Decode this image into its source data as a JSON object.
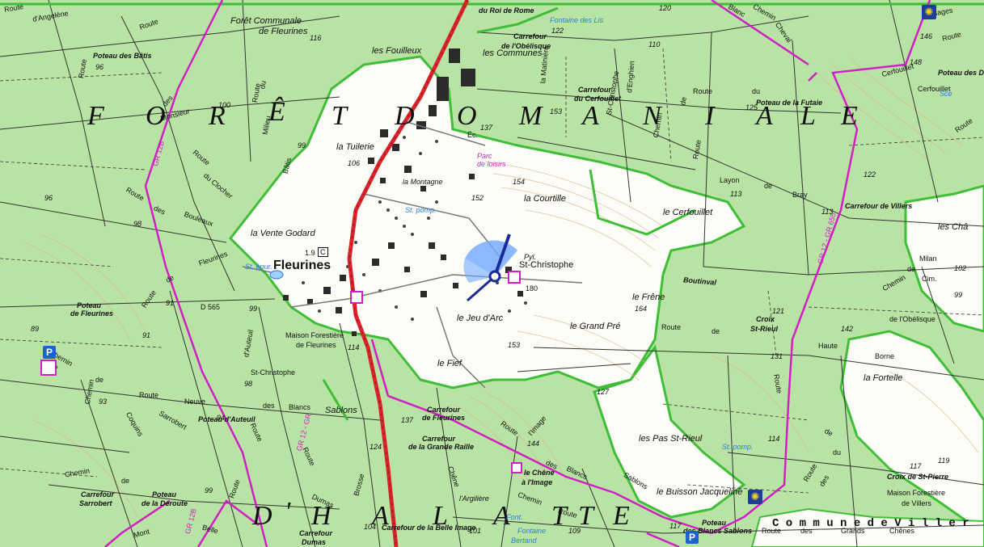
{
  "forest_name": {
    "top": [
      "F",
      "O",
      "R",
      "Ê",
      "T",
      "D",
      "O",
      "M",
      "A",
      "N",
      "I",
      "A",
      "L",
      "E"
    ],
    "bottom": [
      "D",
      "'",
      "H",
      "A",
      "L",
      "A",
      "T",
      "T",
      "E"
    ]
  },
  "commune_label": "C o m m u n e   d e   V i l l e r",
  "colors": {
    "forest": "#b9e3a4",
    "clearing": "#ffffff",
    "main_road": "#d8232a",
    "trail": "#d01fc5",
    "forest_edge": "#3fbe38",
    "contour": "#d9b58a",
    "blue": "#2a7fe0"
  },
  "places": [
    {
      "id": "fleurines",
      "text": "Fleurines"
    },
    {
      "id": "st-christophe",
      "text": "St-Christophe"
    },
    {
      "id": "le-cerfouillet",
      "text": "le Cerfouillet"
    },
    {
      "id": "la-courtille",
      "text": "la Courtille"
    },
    {
      "id": "le-grand-pre",
      "text": "le Grand Pré"
    },
    {
      "id": "le-jeu-darc",
      "text": "le Jeu d'Arc"
    },
    {
      "id": "le-fief",
      "text": "le Fief"
    },
    {
      "id": "le-frene",
      "text": "le Frêne"
    },
    {
      "id": "la-fortelle",
      "text": "la Fortelle"
    },
    {
      "id": "les-pas-st-rieul",
      "text": "les Pas St-Rieul"
    },
    {
      "id": "le-buisson-jacqueline",
      "text": "le Buisson Jacqueline"
    },
    {
      "id": "la-tuilerie",
      "text": "la Tuilerie"
    },
    {
      "id": "la-montagne",
      "text": "la Montagne"
    },
    {
      "id": "la-vente-godard",
      "text": "la Vente Godard"
    },
    {
      "id": "les-fouilleux",
      "text": "les Fouilleux"
    },
    {
      "id": "les-communes",
      "text": "les Communes"
    },
    {
      "id": "foret-communale",
      "text": "Forêt Communale"
    },
    {
      "id": "de-fleurines",
      "text": "de Fleurines"
    },
    {
      "id": "sablons",
      "text": "Sablons"
    },
    {
      "id": "larguiliere",
      "text": "l'Argilière"
    },
    {
      "id": "boutinval",
      "text": "Boutinval"
    },
    {
      "id": "les-cha",
      "text": "les Châ"
    },
    {
      "id": "st-christophe-road",
      "text": "St-Christophe"
    },
    {
      "id": "maison-forestiere-fleurines",
      "text": "Maison Forestière"
    },
    {
      "id": "maison-forestiere-fleurines-2",
      "text": "de Fleurines"
    },
    {
      "id": "maison-forestiere-villers",
      "text": "Maison Forestière"
    },
    {
      "id": "maison-forestiere-villers-2",
      "text": "de Villers"
    },
    {
      "id": "croix-st-rieul",
      "text": "Croix"
    },
    {
      "id": "croix-st-rieul-2",
      "text": "St-Rieul"
    },
    {
      "id": "croix-st-pierre",
      "text": "Croix de St-Pierre"
    }
  ],
  "roads": [
    {
      "id": "r1",
      "text": "Route"
    },
    {
      "id": "r2",
      "text": "d'Angelène"
    },
    {
      "id": "r3",
      "text": "Route"
    },
    {
      "id": "r4",
      "text": "Monsieur"
    },
    {
      "id": "r5",
      "text": "Bâtis"
    },
    {
      "id": "r6",
      "text": "Route"
    },
    {
      "id": "r7",
      "text": "du Clocher"
    },
    {
      "id": "r8",
      "text": "Route"
    },
    {
      "id": "r9",
      "text": "des"
    },
    {
      "id": "r10",
      "text": "Bouleaux"
    },
    {
      "id": "r11",
      "text": "Route"
    },
    {
      "id": "r12",
      "text": "de"
    },
    {
      "id": "r13",
      "text": "Fleurines"
    },
    {
      "id": "r14",
      "text": "D 565"
    },
    {
      "id": "r15",
      "text": "Route"
    },
    {
      "id": "r16",
      "text": "Neuve"
    },
    {
      "id": "r17",
      "text": "des"
    },
    {
      "id": "r18",
      "text": "Blancs"
    },
    {
      "id": "r19",
      "text": "Route"
    },
    {
      "id": "r20",
      "text": "l'Image"
    },
    {
      "id": "r21",
      "text": "des"
    },
    {
      "id": "r22",
      "text": "Blancs"
    },
    {
      "id": "r23",
      "text": "Sablons"
    },
    {
      "id": "r24",
      "text": "Route"
    },
    {
      "id": "r25",
      "text": "de"
    },
    {
      "id": "r26",
      "text": "Haute"
    },
    {
      "id": "r27",
      "text": "Borne"
    },
    {
      "id": "r28",
      "text": "Route"
    },
    {
      "id": "r29",
      "text": "Chemin"
    },
    {
      "id": "r30",
      "text": "de"
    },
    {
      "id": "r31",
      "text": "Milan"
    },
    {
      "id": "r32",
      "text": "Layon"
    },
    {
      "id": "r33",
      "text": "de"
    },
    {
      "id": "r34",
      "text": "Bray"
    },
    {
      "id": "r35",
      "text": "Route"
    },
    {
      "id": "r36",
      "text": "du"
    },
    {
      "id": "r37",
      "text": "Cerfouillet"
    },
    {
      "id": "r38",
      "text": "Route"
    },
    {
      "id": "r39",
      "text": "des"
    },
    {
      "id": "r40",
      "text": "Grands"
    },
    {
      "id": "r41",
      "text": "Chênes"
    },
    {
      "id": "r42",
      "text": "Route"
    },
    {
      "id": "r43",
      "text": "de"
    },
    {
      "id": "r44",
      "text": "Chemin"
    },
    {
      "id": "r45",
      "text": "de"
    },
    {
      "id": "r46",
      "text": "Coquins"
    },
    {
      "id": "r47",
      "text": "Chemin"
    },
    {
      "id": "r48",
      "text": "Sarrobert"
    },
    {
      "id": "r49",
      "text": "Chemin"
    },
    {
      "id": "r50",
      "text": "Chêne"
    },
    {
      "id": "r51",
      "text": "Route"
    },
    {
      "id": "r52",
      "text": "Brosse"
    },
    {
      "id": "r53",
      "text": "Dumas"
    },
    {
      "id": "r54",
      "text": "Belle"
    },
    {
      "id": "r55",
      "text": "Mont"
    },
    {
      "id": "r56",
      "text": "Route"
    },
    {
      "id": "r57",
      "text": "d'Auteuil"
    },
    {
      "id": "r58",
      "text": "Chemin"
    },
    {
      "id": "r59",
      "text": "de"
    },
    {
      "id": "r60",
      "text": "Route"
    },
    {
      "id": "r61",
      "text": "Route"
    },
    {
      "id": "r62",
      "text": "du"
    },
    {
      "id": "r63",
      "text": "Milieu"
    },
    {
      "id": "r64",
      "text": "des"
    },
    {
      "id": "r65",
      "text": "Chemin"
    },
    {
      "id": "r66",
      "text": "de"
    },
    {
      "id": "r67",
      "text": "Route"
    },
    {
      "id": "r68",
      "text": "Cerfouillet"
    },
    {
      "id": "r69",
      "text": "Route"
    },
    {
      "id": "r70",
      "text": "St-Christophe"
    },
    {
      "id": "r71",
      "text": "Chemin"
    },
    {
      "id": "r72",
      "text": "Cheval"
    },
    {
      "id": "r73",
      "text": "Blanc"
    },
    {
      "id": "r74",
      "text": "du"
    },
    {
      "id": "r75",
      "text": "Route"
    },
    {
      "id": "r76",
      "text": "des"
    },
    {
      "id": "r77",
      "text": "Usages"
    },
    {
      "id": "r78",
      "text": "Route"
    },
    {
      "id": "r79",
      "text": "d'Enghien"
    },
    {
      "id": "r80",
      "text": "la Matinière"
    },
    {
      "id": "r81",
      "text": "de l'Obélisque"
    },
    {
      "id": "r82",
      "text": "de"
    },
    {
      "id": "r83",
      "text": "Route"
    },
    {
      "id": "r84",
      "text": "Chemin"
    }
  ],
  "junctions": [
    {
      "id": "j1",
      "text": "Poteau des Bâtis"
    },
    {
      "id": "j2",
      "text": "Carrefour"
    },
    {
      "id": "j3",
      "text": "du Cerfouillet"
    },
    {
      "id": "j4",
      "text": "Poteau de la Futaie"
    },
    {
      "id": "j5",
      "text": "Poteau des Dames"
    },
    {
      "id": "j6",
      "text": "Carrefour de Villers"
    },
    {
      "id": "j7",
      "text": "du Roi de Rome"
    },
    {
      "id": "j8",
      "text": "Carrefour"
    },
    {
      "id": "j9",
      "text": "de l'Obélisque"
    },
    {
      "id": "j10",
      "text": "Poteau"
    },
    {
      "id": "j11",
      "text": "de Fleurines"
    },
    {
      "id": "j12",
      "text": "Poteau d'Auteuil"
    },
    {
      "id": "j13",
      "text": "Carrefour"
    },
    {
      "id": "j14",
      "text": "de Fleurines"
    },
    {
      "id": "j15",
      "text": "Carrefour"
    },
    {
      "id": "j16",
      "text": "de la Grande Raille"
    },
    {
      "id": "j17",
      "text": "le Chêne"
    },
    {
      "id": "j18",
      "text": "à l'Image"
    },
    {
      "id": "j19",
      "text": "Carrefour"
    },
    {
      "id": "j20",
      "text": "Sarrobert"
    },
    {
      "id": "j21",
      "text": "Poteau"
    },
    {
      "id": "j22",
      "text": "de la Déroute"
    },
    {
      "id": "j23",
      "text": "Carrefour de la Belle Image"
    },
    {
      "id": "j24",
      "text": "Carrefour"
    },
    {
      "id": "j25",
      "text": "Dumas"
    },
    {
      "id": "j26",
      "text": "Poteau"
    },
    {
      "id": "j27",
      "text": "des Blancs Sablons"
    }
  ],
  "pois_blue": [
    {
      "id": "b1",
      "text": "Fontaine des Lis"
    },
    {
      "id": "b2",
      "text": "St. épur."
    },
    {
      "id": "b3",
      "text": "St. pomp."
    },
    {
      "id": "b4",
      "text": "Pyl."
    },
    {
      "id": "b5",
      "text": "St. pomp."
    },
    {
      "id": "b6",
      "text": "Sce"
    },
    {
      "id": "b7",
      "text": "Font."
    },
    {
      "id": "b8",
      "text": "Fontaine"
    },
    {
      "id": "b9",
      "text": "Bertand"
    },
    {
      "id": "b10",
      "text": "Cim."
    },
    {
      "id": "b11",
      "text": "Éc."
    }
  ],
  "pois_pink": [
    {
      "id": "pk1",
      "text": "Parc"
    },
    {
      "id": "pk2",
      "text": "de loisirs"
    }
  ],
  "trail_labels": [
    {
      "id": "gr1",
      "text": "GR 12B"
    },
    {
      "id": "gr2",
      "text": "GR 12 - GR 655"
    },
    {
      "id": "gr3",
      "text": "GR 12 - GR"
    },
    {
      "id": "gr4",
      "text": "GR 12B"
    }
  ],
  "elevations": [
    {
      "id": "e1",
      "text": "96"
    },
    {
      "id": "e2",
      "text": "100"
    },
    {
      "id": "e3",
      "text": "99"
    },
    {
      "id": "e4",
      "text": "106"
    },
    {
      "id": "e5",
      "text": "116"
    },
    {
      "id": "e6",
      "text": "122"
    },
    {
      "id": "e7",
      "text": "110"
    },
    {
      "id": "e8",
      "text": "153"
    },
    {
      "id": "e9",
      "text": "137"
    },
    {
      "id": "e10",
      "text": "154"
    },
    {
      "id": "e11",
      "text": "152"
    },
    {
      "id": "e12",
      "text": "125"
    },
    {
      "id": "e13",
      "text": "113"
    },
    {
      "id": "e14",
      "text": "113"
    },
    {
      "id": "e15",
      "text": "146"
    },
    {
      "id": "e16",
      "text": "148"
    },
    {
      "id": "e17",
      "text": "122"
    },
    {
      "id": "e18",
      "text": "96"
    },
    {
      "id": "e19",
      "text": "98"
    },
    {
      "id": "e20",
      "text": "1.9"
    },
    {
      "id": "e21",
      "text": "91"
    },
    {
      "id": "e22",
      "text": "99"
    },
    {
      "id": "e23",
      "text": "91"
    },
    {
      "id": "e24",
      "text": "114"
    },
    {
      "id": "e25",
      "text": "98"
    },
    {
      "id": "e26",
      "text": "93"
    },
    {
      "id": "e27",
      "text": "94"
    },
    {
      "id": "e28",
      "text": "153"
    },
    {
      "id": "e29",
      "text": "164"
    },
    {
      "id": "e30",
      "text": "180"
    },
    {
      "id": "e31",
      "text": "127"
    },
    {
      "id": "e32",
      "text": "137"
    },
    {
      "id": "e33",
      "text": "144"
    },
    {
      "id": "e34",
      "text": "124"
    },
    {
      "id": "e35",
      "text": "121"
    },
    {
      "id": "e36",
      "text": "142"
    },
    {
      "id": "e37",
      "text": "131"
    },
    {
      "id": "e38",
      "text": "102"
    },
    {
      "id": "e39",
      "text": "99"
    },
    {
      "id": "e40",
      "text": "114"
    },
    {
      "id": "e41",
      "text": "117"
    },
    {
      "id": "e42",
      "text": "119"
    },
    {
      "id": "e43",
      "text": "109"
    },
    {
      "id": "e44",
      "text": "101"
    },
    {
      "id": "e45",
      "text": "104"
    },
    {
      "id": "e46",
      "text": "99"
    },
    {
      "id": "e47",
      "text": "117"
    },
    {
      "id": "e48",
      "text": "120"
    },
    {
      "id": "e49",
      "text": "89"
    }
  ],
  "icons": [
    {
      "id": "parking-1",
      "text": "P"
    },
    {
      "id": "parking-2",
      "text": "P"
    }
  ],
  "misc": {
    "c_label": "C",
    "direction_marker": "viewpoint-direction-icon"
  }
}
